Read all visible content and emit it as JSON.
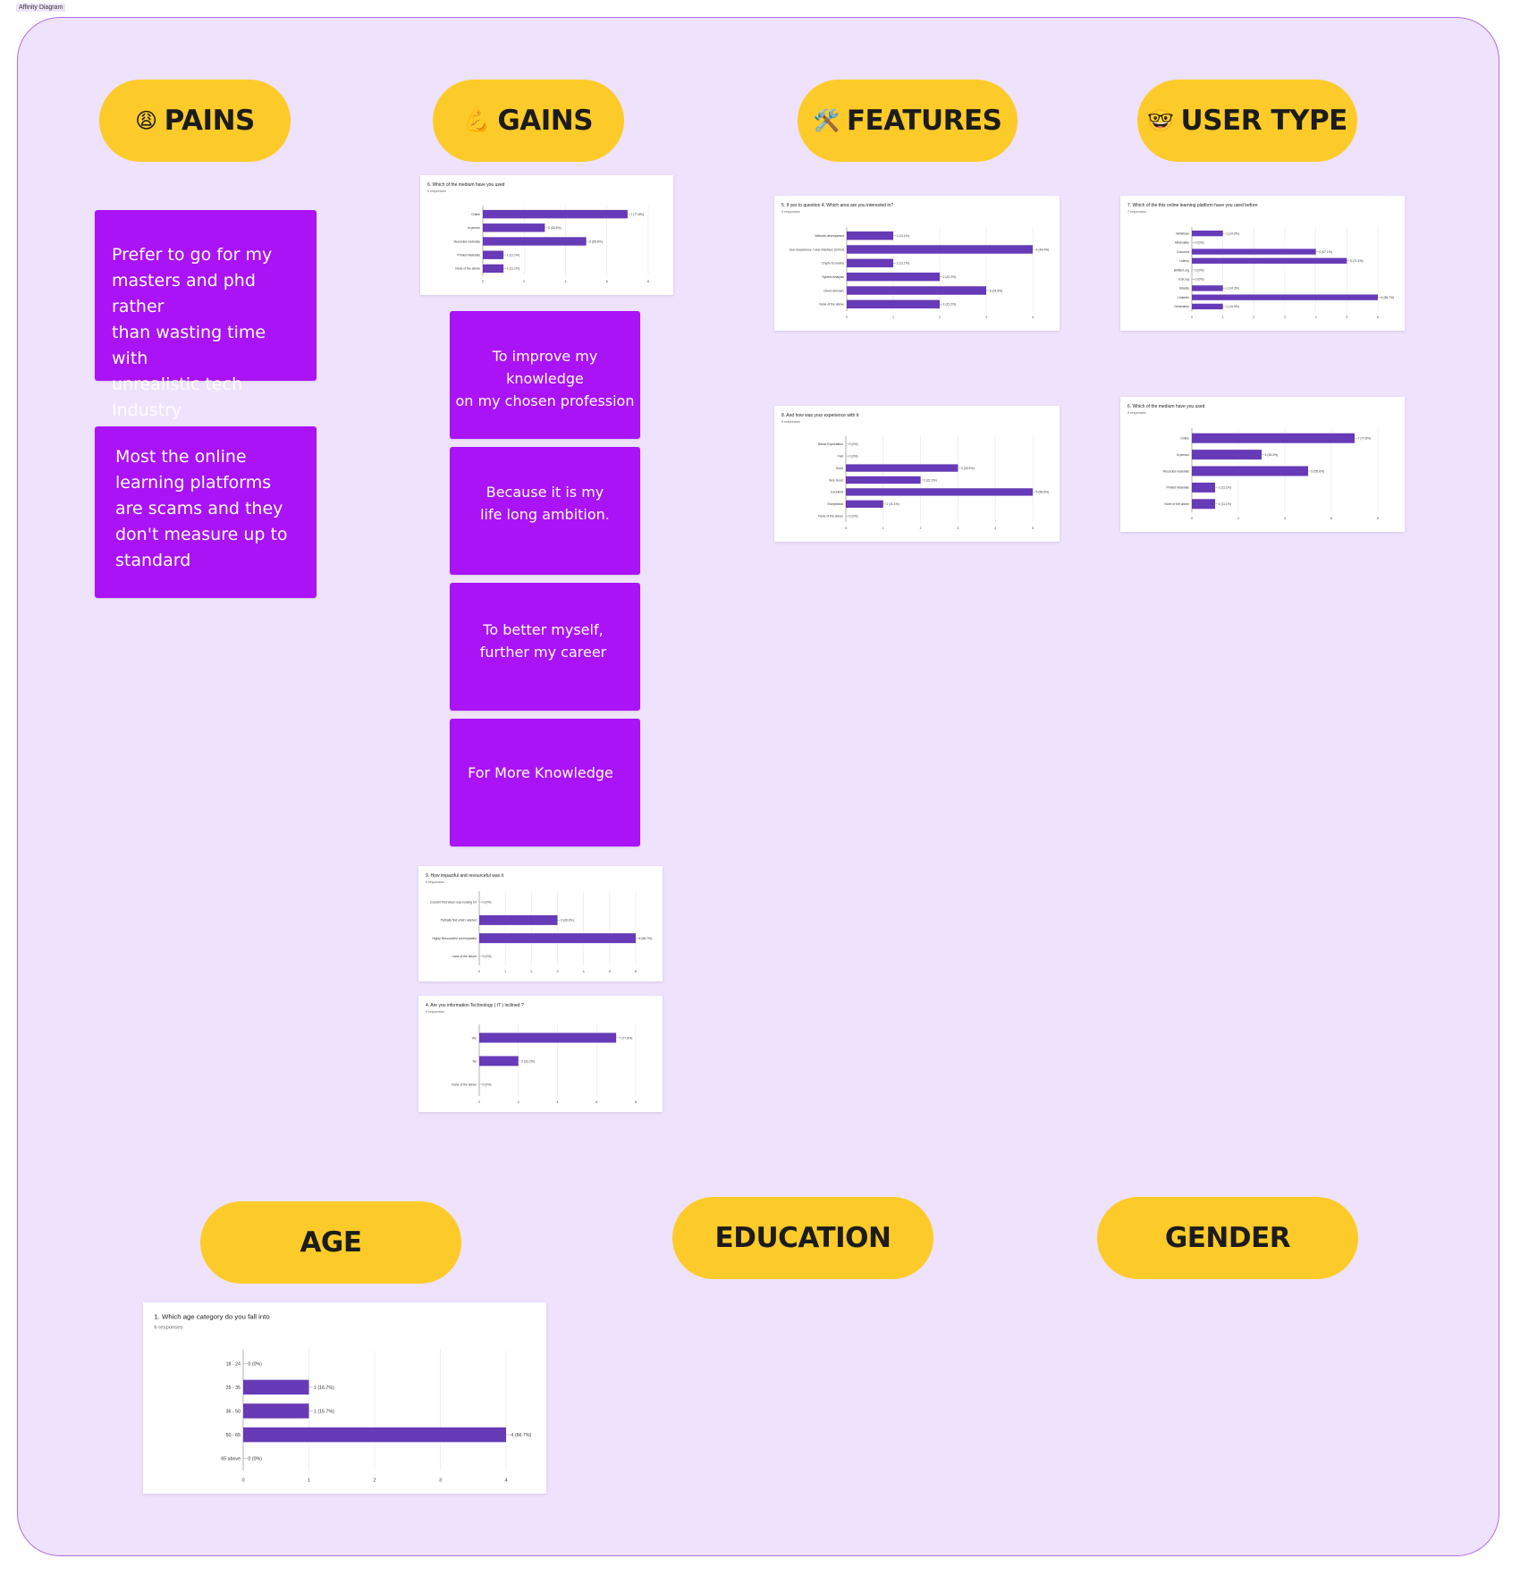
{
  "frame": {
    "label": "Affinity Diagram"
  },
  "colors": {
    "board_bg": "#efe2fd",
    "board_border": "#b06be8",
    "pill": "#fdcb29",
    "sticky": "#aa13f5",
    "bar": "#673ab7"
  },
  "categories": {
    "pains": {
      "emoji": "😩",
      "label": "PAINS"
    },
    "gains": {
      "emoji": "💪",
      "label": "GAINS"
    },
    "features": {
      "emoji": "🛠️",
      "label": "FEATURES"
    },
    "user_type": {
      "emoji": "🤓",
      "label": "USER TYPE"
    },
    "age": {
      "label": "AGE"
    },
    "education": {
      "label": "EDUCATION"
    },
    "gender": {
      "label": "GENDER"
    }
  },
  "stickies": {
    "pains": [
      "Prefer to go for my\nmasters and phd rather\nthan wasting time with\nunrealistic tech Industry",
      "Most the online\nlearning platforms\nare scams and they\ndon't measure up to\nstandard"
    ],
    "gains": [
      "To improve my knowledge\non my chosen profession",
      "Because it is my\nlife long ambition.",
      "To better myself,\nfurther my career",
      "For More Knowledge"
    ]
  },
  "chart_data": [
    {
      "id": "gains_medium",
      "type": "bar",
      "orientation": "horizontal",
      "title": "6. Which of the medium have you used",
      "subtitle": "9 responses",
      "categories": [
        "Online",
        "In person",
        "Recorded materials",
        "Printed Materials",
        "None of the above"
      ],
      "values": [
        7,
        3,
        5,
        1,
        1
      ],
      "value_labels": [
        "7 (77.8%)",
        "3 (33.3%)",
        "5 (55.6%)",
        "1 (11.1%)",
        "1 (11.1%)"
      ],
      "xlim": [
        0,
        8
      ],
      "xticks": [
        "0",
        "2",
        "4",
        "6",
        "8"
      ]
    },
    {
      "id": "features_area",
      "type": "bar",
      "orientation": "horizontal",
      "title": "5. If yes to question 4,  Which area are you interested in?",
      "subtitle": "9 responses",
      "categories": [
        "Website development",
        "User Experience / User Interface (UX/UI)",
        "Crypto Economy",
        "System Analysis",
        "Cloud Services",
        "None of the above"
      ],
      "values": [
        1,
        4,
        1,
        2,
        3,
        2
      ],
      "value_labels": [
        "1 (11.1%)",
        "4 (44.4%)",
        "1 (11.1%)",
        "2 (22.2%)",
        "3 (33.3%)",
        "2 (22.2%)"
      ],
      "xlim": [
        0,
        4
      ],
      "xticks": [
        "0",
        "1",
        "2",
        "3",
        "4"
      ]
    },
    {
      "id": "user_platform",
      "type": "bar",
      "orientation": "horizontal",
      "title": "7. Which of the this online learning platform have you used before",
      "subtitle": "7 responses",
      "categories": [
        "Skillshare",
        "Mindvalley",
        "Coursera",
        "Udemy",
        "Brilliant.org",
        "Edx.org",
        "Udacity",
        "LinkedIn",
        "Generation"
      ],
      "values": [
        1,
        0,
        4,
        5,
        0,
        0,
        1,
        6,
        1
      ],
      "value_labels": [
        "1 (14.3%)",
        "0 (0%)",
        "4 (57.1%)",
        "5 (71.4%)",
        "0 (0%)",
        "0 (0%)",
        "1 (14.3%)",
        "6 (85.7%)",
        "1 (14.3%)"
      ],
      "xlim": [
        0,
        6
      ],
      "xticks": [
        "0",
        "1",
        "2",
        "3",
        "4",
        "5",
        "6"
      ]
    },
    {
      "id": "features_experience",
      "type": "bar",
      "orientation": "horizontal",
      "title": "8. And how was your experience with it",
      "subtitle": "9 responses",
      "categories": [
        "Below Expectation",
        "Fair",
        "Good",
        "Very Good",
        "Excellent",
        "Exceptional",
        "None of the above"
      ],
      "values": [
        0,
        0,
        3,
        2,
        5,
        1,
        0
      ],
      "value_labels": [
        "0 (0%)",
        "0 (0%)",
        "3 (33.3%)",
        "2 (22.2%)",
        "5 (55.6%)",
        "1 (11.1%)",
        "0 (0%)"
      ],
      "xlim": [
        0,
        5
      ],
      "xticks": [
        "0",
        "1",
        "2",
        "3",
        "4",
        "5"
      ]
    },
    {
      "id": "user_medium",
      "type": "bar",
      "orientation": "horizontal",
      "title": "6. Which of the medium have you used",
      "subtitle": "9 responses",
      "categories": [
        "Online",
        "In person",
        "Recorded materials",
        "Printed Materials",
        "None of the above"
      ],
      "values": [
        7,
        3,
        5,
        1,
        1
      ],
      "value_labels": [
        "7 (77.8%)",
        "3 (33.3%)",
        "5 (55.6%)",
        "1 (11.1%)",
        "1 (11.1%)"
      ],
      "xlim": [
        0,
        8
      ],
      "xticks": [
        "0",
        "2",
        "4",
        "6",
        "8"
      ]
    },
    {
      "id": "gains_impact",
      "type": "bar",
      "orientation": "horizontal",
      "title": "9. How impactful and resourceful was it",
      "subtitle": "9 responses",
      "categories": [
        "Couldn't find what i was looking for",
        "Partially find what i wanted",
        "Highly Resourceful and impactful",
        "none of the above"
      ],
      "values": [
        0,
        3,
        6,
        0
      ],
      "value_labels": [
        "0 (0%)",
        "3 (33.3%)",
        "6 (66.7%)",
        "0 (0%)"
      ],
      "xlim": [
        0,
        6
      ],
      "xticks": [
        "0",
        "1",
        "2",
        "3",
        "4",
        "5",
        "6"
      ]
    },
    {
      "id": "gains_it",
      "type": "bar",
      "orientation": "horizontal",
      "title": "4. Are you information Technology ( IT ) inclined ?",
      "subtitle": "9 responses",
      "categories": [
        "Yes",
        "No",
        "None of the above"
      ],
      "values": [
        7,
        2,
        0
      ],
      "value_labels": [
        "7 (77.8%)",
        "2 (22.2%)",
        "0 (0%)"
      ],
      "xlim": [
        0,
        8
      ],
      "xticks": [
        "0",
        "2",
        "4",
        "6",
        "8"
      ]
    },
    {
      "id": "age",
      "type": "bar",
      "orientation": "horizontal",
      "title": "1. Which age category do you fall into",
      "subtitle": "6 responses",
      "categories": [
        "18 - 24",
        "25 - 35",
        "36 - 50",
        "50 - 65",
        "65 above"
      ],
      "values": [
        0,
        1,
        1,
        4,
        0
      ],
      "value_labels": [
        "0 (0%)",
        "1 (16.7%)",
        "1 (16.7%)",
        "4 (66.7%)",
        "0 (0%)"
      ],
      "xlim": [
        0,
        4
      ],
      "xticks": [
        "0",
        "1",
        "2",
        "3",
        "4"
      ]
    }
  ]
}
